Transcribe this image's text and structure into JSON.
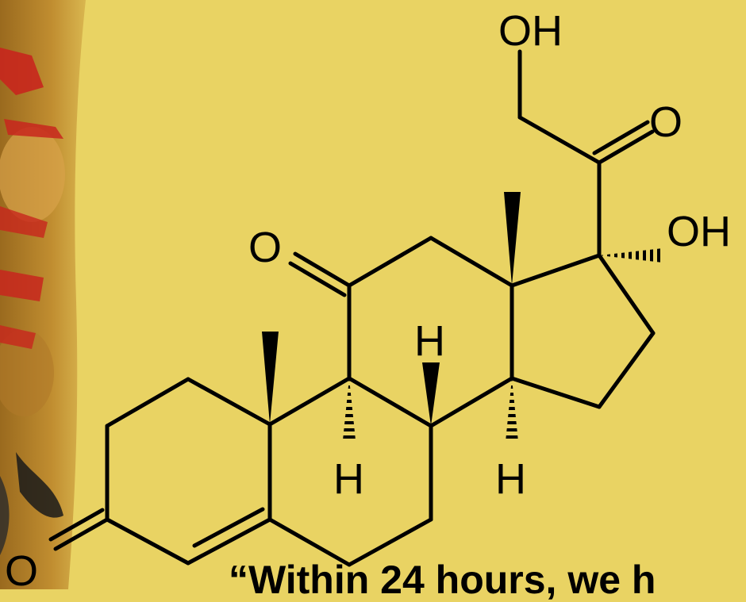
{
  "molecule": {
    "atoms": {
      "hydroxyl_top": "OH",
      "ketone_c20": "O",
      "ketone_c11": "O",
      "hydroxyl_c17": "OH",
      "hydrogen_c8": "H",
      "hydrogen_c9": "H",
      "hydrogen_c14": "H",
      "ketone_c3": "O"
    }
  },
  "caption": "“Within 24 hours, we h",
  "colors": {
    "background": "#e9d363",
    "bond": "#000000",
    "strip_base": "#b4852a",
    "strip_red": "#c8261d"
  }
}
